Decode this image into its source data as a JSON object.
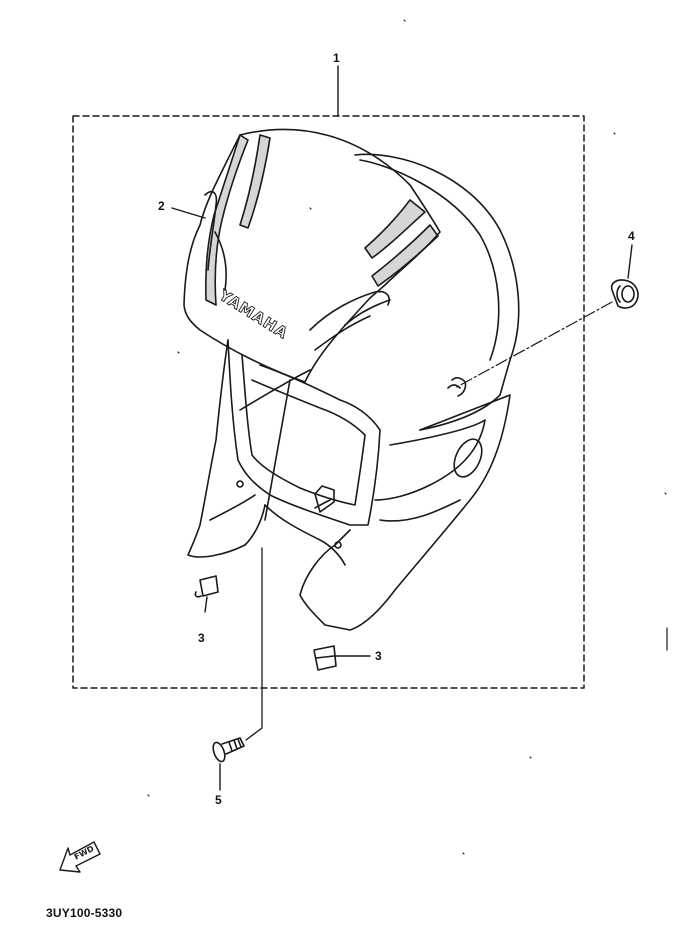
{
  "diagram": {
    "callouts": {
      "assembly": "1",
      "windshield": "2",
      "grommet_left": "3",
      "grommet_right": "3",
      "nut": "4",
      "screw": "5"
    },
    "brand_text": "YAMAHA",
    "direction_marker": "FWD",
    "part_code": "3UY100-5330"
  },
  "colors": {
    "ink": "#1a1a1a",
    "paper": "#ffffff"
  }
}
